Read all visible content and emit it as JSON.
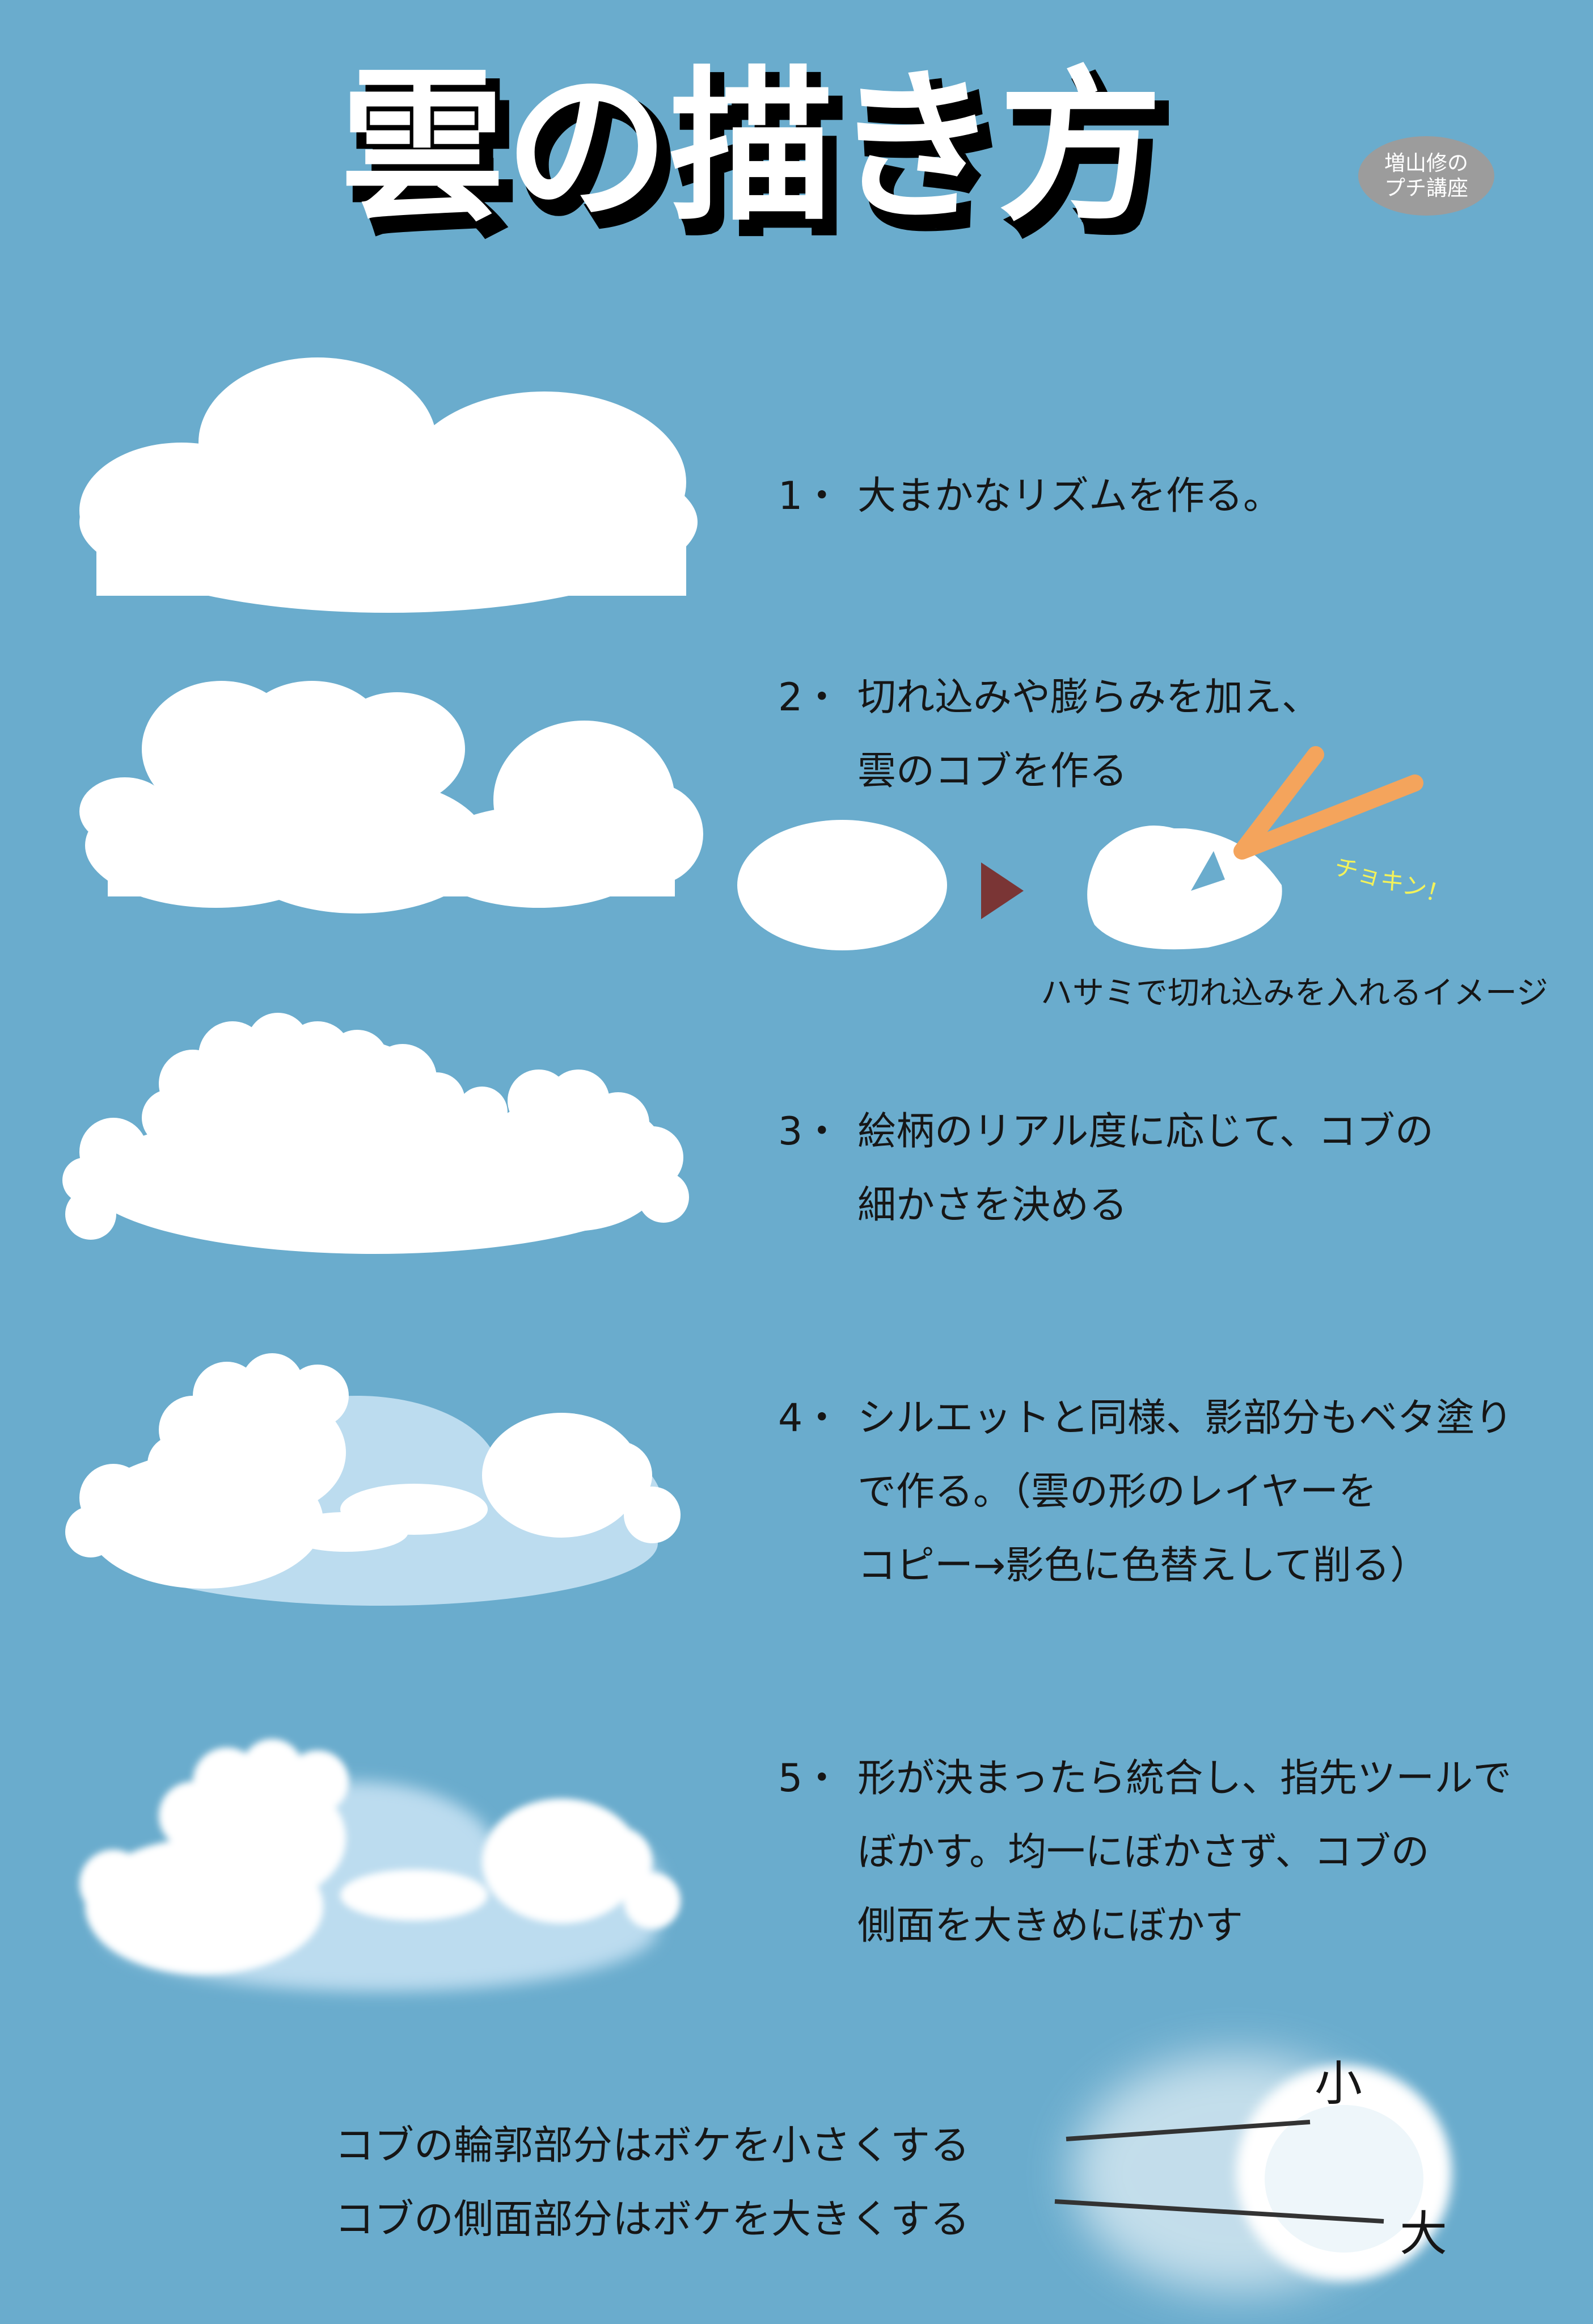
{
  "title": "雲の描き方",
  "badge": {
    "line1": "増山修の",
    "line2": "プチ講座"
  },
  "steps": [
    {
      "num": "1・",
      "lines": [
        "大まかなリズムを作る。"
      ]
    },
    {
      "num": "2・",
      "lines": [
        "切れ込みや膨らみを加え、",
        "雲のコブを作る"
      ]
    },
    {
      "num": "3・",
      "lines": [
        "絵柄のリアル度に応じて、コブの",
        "細かさを決める"
      ]
    },
    {
      "num": "4・",
      "lines": [
        "シルエットと同様、影部分もベタ塗り",
        "で作る。（雲の形のレイヤーを",
        "コピー→影色に色替えして削る）"
      ]
    },
    {
      "num": "5・",
      "lines": [
        "形が決まったら統合し、指先ツールで",
        "ぼかす。均一にぼかさず、コブの",
        "側面を大きめにぼかす"
      ]
    }
  ],
  "scissor": {
    "sound": "チョキン！",
    "caption": "ハサミで切れ込みを入れるイメージ"
  },
  "bottom": {
    "line1": "コブの輪郭部分はボケを小さくする",
    "line2": "コブの側面部分はボケを大きくする",
    "small": "小",
    "large": "大"
  },
  "colors": {
    "background": "#6aaccd",
    "cloud": "#ffffff",
    "shadow": "#bcdcef",
    "arrow": "#7a3535",
    "scissor_line": "#f4a45c",
    "sound": "#f3f25a",
    "badge": "#9c9c9c"
  }
}
